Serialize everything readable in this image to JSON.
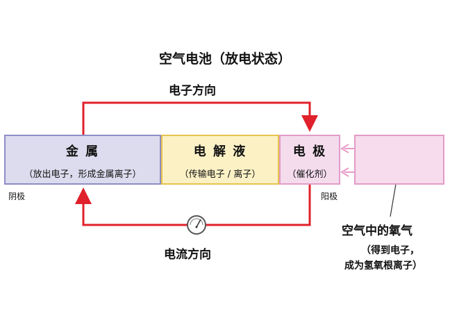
{
  "title": "空气电池（放电状态）",
  "electron_direction": "电子方向",
  "current_direction": "电流方向",
  "metal": {
    "name": "金  属",
    "desc": "（放出电子，形成金属离子）"
  },
  "electrolyte": {
    "name": "电 解 液",
    "desc": "（传输电子 / 离子）"
  },
  "electrode": {
    "name": "电 极",
    "desc": "（催化剂）"
  },
  "anode_label": "阴极",
  "cathode_label": "阳极",
  "oxygen": {
    "title": "空气中的氧气",
    "desc_line1": "（得到电子，",
    "desc_line2": "成为氢氧根离子）"
  },
  "colors": {
    "arrow": "#e0202a",
    "pink_arrow": "#e89bc8"
  },
  "icons": [
    "ammeter-icon",
    "arrowhead-icon"
  ]
}
